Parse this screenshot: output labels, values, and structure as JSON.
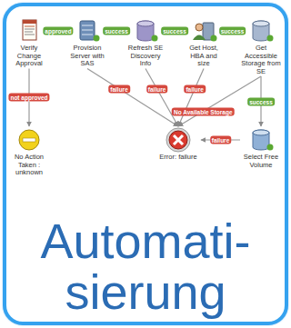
{
  "diagram": {
    "nodes": [
      {
        "text": [
          "Automati- sierung"
        ]
      },
      {
        "text": [
          "Verify Change Approval"
        ],
        "in": 0
      },
      {
        "text": [
          "Provision Server with SAS"
        ],
        "in": 0
      },
      {
        "text": [
          "Refresh SE Discovery Info"
        ],
        "in": 0
      },
      {
        "text": [
          "Get Host, HBA and size"
        ],
        "in": 0
      },
      {
        "text": [
          "Get Accessible Storage from SE"
        ],
        "in": 0
      },
      {
        "text": [
          "No Action Taken : unknown"
        ],
        "in": 0
      },
      {
        "text": [
          "Error: failure"
        ],
        "in": 0
      },
      {
        "text": [
          "Select Free Volume"
        ],
        "in": 0
      }
    ],
    "edges": [
      {
        "from": 1,
        "to": 2,
        "label": "approved",
        "arrow": "to"
      },
      {
        "from": 2,
        "to": 3,
        "label": "success",
        "arrow": "to"
      },
      {
        "from": 3,
        "to": 4,
        "label": "success",
        "arrow": "to"
      },
      {
        "from": 4,
        "to": 5,
        "label": "success",
        "arrow": "to"
      },
      {
        "from": 1,
        "to": 6,
        "label": "not approved",
        "arrow": "to"
      },
      {
        "from": 2,
        "to": 7,
        "label": "failure",
        "arrow": "to"
      },
      {
        "from": 3,
        "to": 7,
        "label": "failure",
        "arrow": "to"
      },
      {
        "from": 4,
        "to": 7,
        "label": "failure",
        "arrow": "to"
      },
      {
        "from": 5,
        "to": 7,
        "label": "No Available Storage",
        "arrow": "to"
      },
      {
        "from": 5,
        "to": 8,
        "label": "success",
        "arrow": "to"
      },
      {
        "from": 8,
        "to": 7,
        "label": "failure",
        "arrow": "to"
      }
    ]
  }
}
